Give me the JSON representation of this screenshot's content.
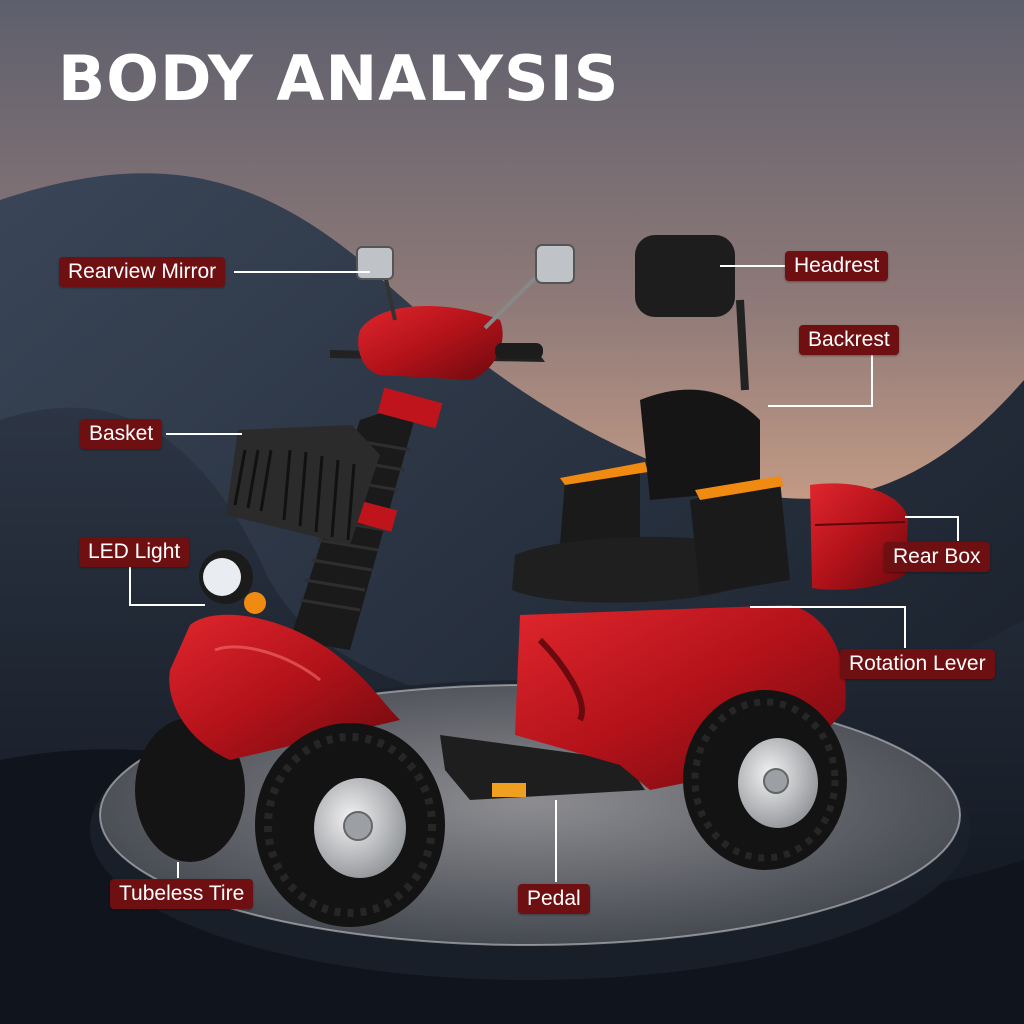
{
  "title": "BODY ANALYSIS",
  "labels": {
    "rearview_mirror": "Rearview Mirror",
    "headrest": "Headrest",
    "backrest": "Backrest",
    "basket": "Basket",
    "led_light": "LED Light",
    "rear_box": "Rear Box",
    "rotation_lever": "Rotation Lever",
    "tubeless_tire": "Tubeless Tire",
    "pedal": "Pedal"
  },
  "colors": {
    "label_background": "#6e0f12",
    "label_text": "#ffffff",
    "scooter_body": "#b3121a",
    "leader_line": "#ffffff"
  }
}
